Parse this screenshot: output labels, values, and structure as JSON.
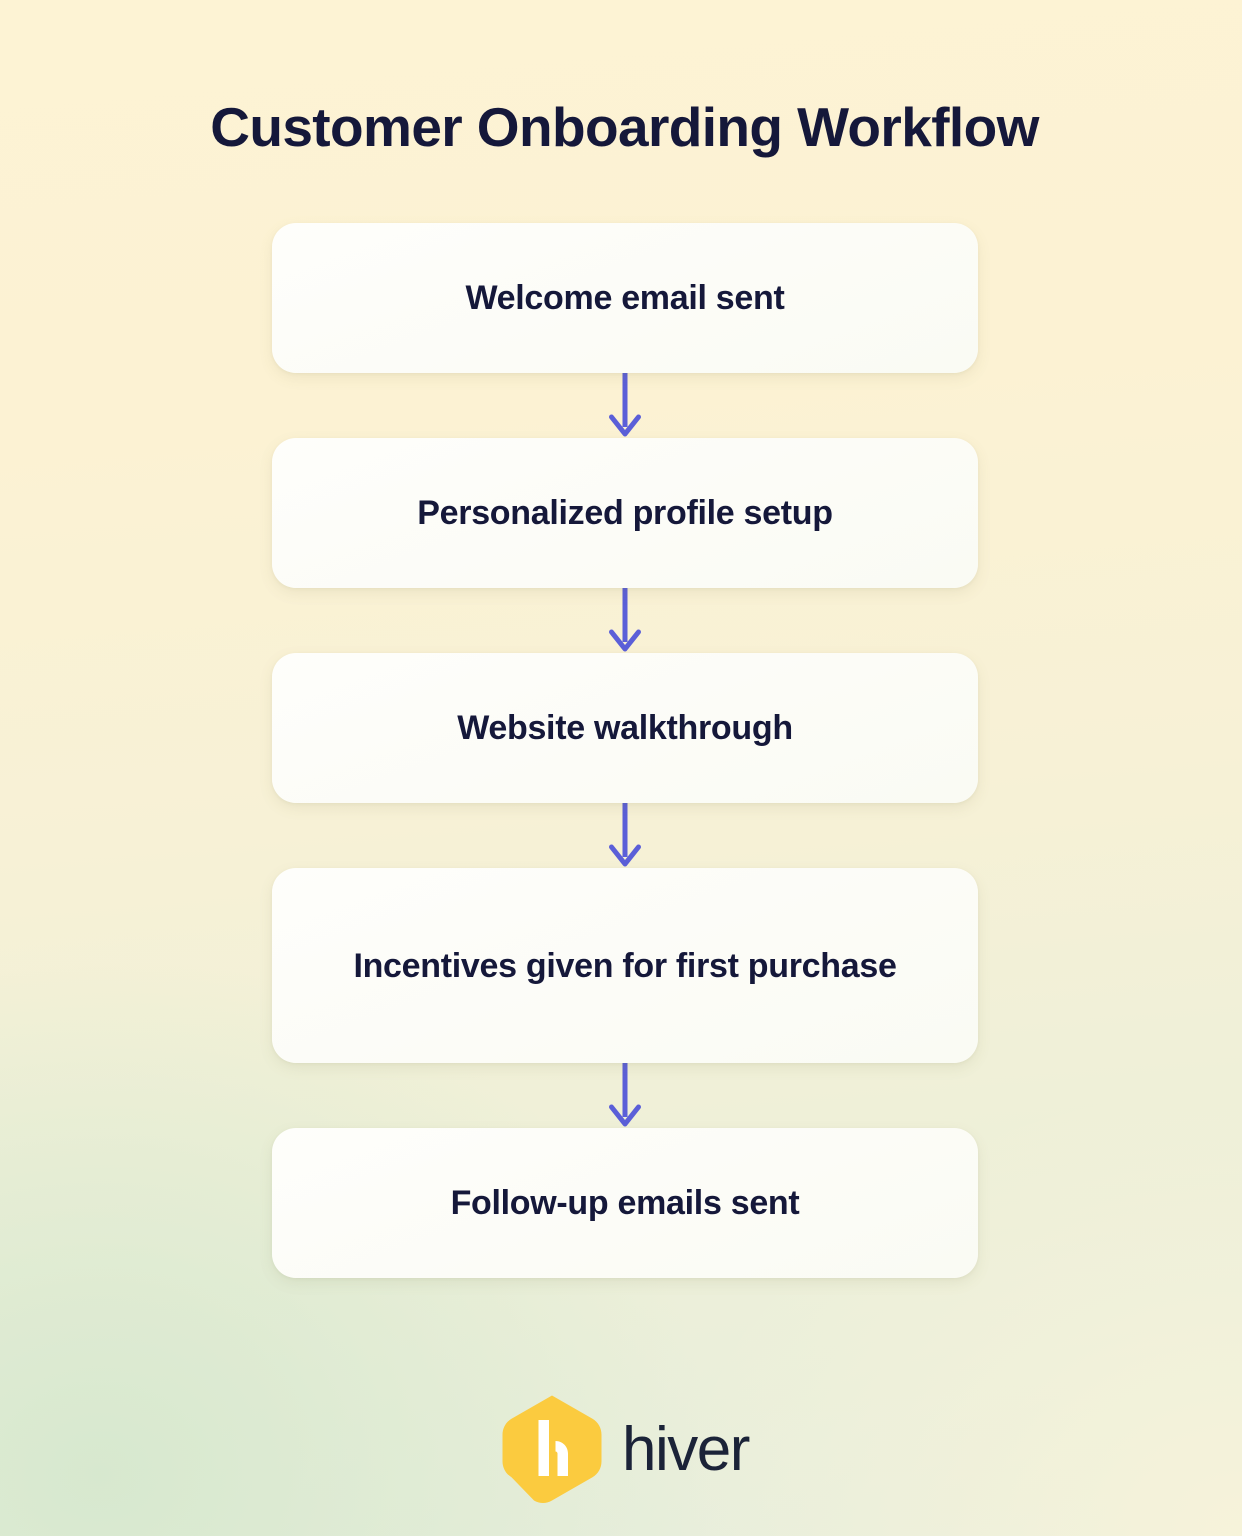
{
  "title": "Customer Onboarding Workflow",
  "colors": {
    "background_top": "#FCF2D4",
    "background_bottom_left": "#E8EEDD",
    "background_bottom_right": "#F6F2DC",
    "card_fill": "#FDFCF8",
    "text_dark": "#15183A",
    "arrow": "#5B5FD8",
    "logo_yellow": "#FBCB3F",
    "logo_text": "#1B2338"
  },
  "flow": {
    "type": "vertical-flowchart",
    "connector_icon": "arrow-down-icon",
    "steps": [
      {
        "index": 1,
        "label": "Welcome email sent",
        "lines": 1
      },
      {
        "index": 2,
        "label": "Personalized profile setup",
        "lines": 1
      },
      {
        "index": 3,
        "label": "Website walkthrough",
        "lines": 1
      },
      {
        "index": 4,
        "label": "Incentives given for first purchase",
        "lines": 2
      },
      {
        "index": 5,
        "label": "Follow-up emails sent",
        "lines": 1
      }
    ]
  },
  "brand": {
    "name": "hiver",
    "mark_icon": "hiver-hexagon-logo-icon"
  }
}
